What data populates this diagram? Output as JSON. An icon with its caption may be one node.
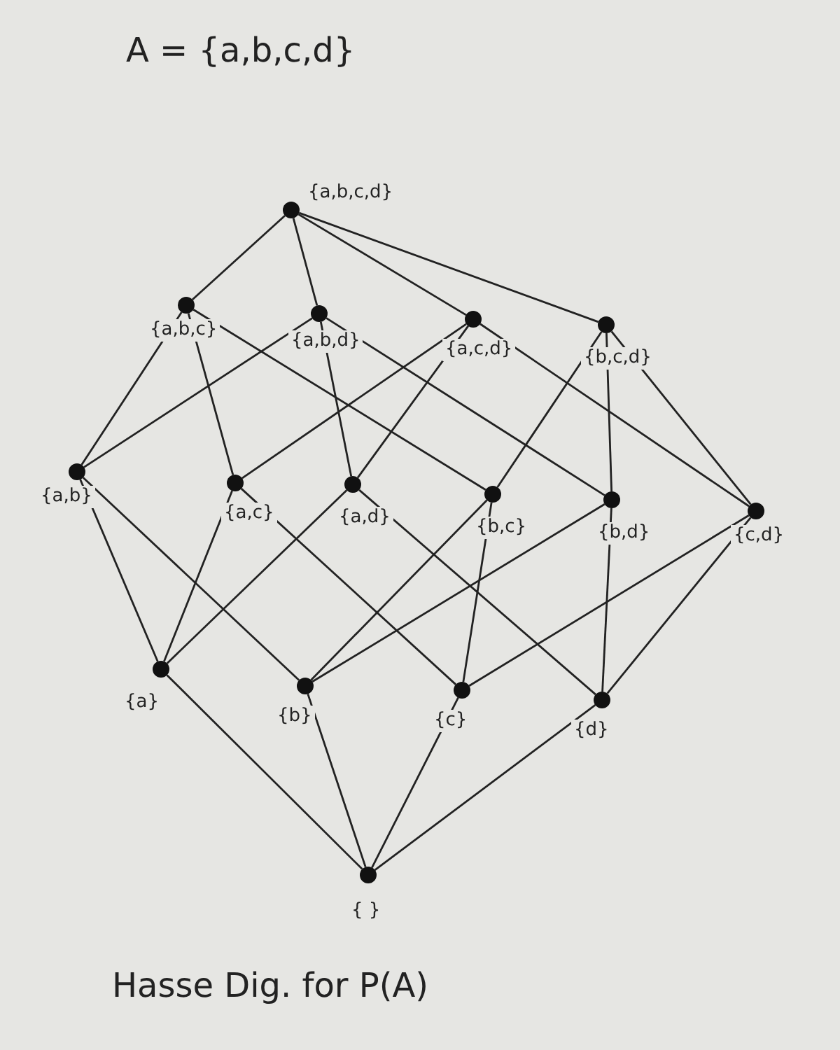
{
  "diagram": {
    "title": "A = {a,b,c,d}",
    "caption": "Hasse Dig. for P(A)",
    "nodes": [
      {
        "text": [],
        "shape": "circle",
        "beside": [
          "{a,b,c,d}"
        ]
      },
      {
        "text": [],
        "shape": "circle",
        "beside": [
          "{a,b,c}"
        ]
      },
      {
        "text": [],
        "shape": "circle",
        "beside": [
          "{a,b,d}"
        ]
      },
      {
        "text": [],
        "shape": "circle",
        "beside": [
          "{a,c,d}"
        ]
      },
      {
        "text": [],
        "shape": "circle",
        "beside": [
          "{b,c,d}"
        ]
      },
      {
        "text": [],
        "shape": "circle",
        "beside": [
          "{a,b}"
        ]
      },
      {
        "text": [],
        "shape": "circle",
        "beside": [
          "{a,c}"
        ]
      },
      {
        "text": [],
        "shape": "circle",
        "beside": [
          "{a,d}"
        ]
      },
      {
        "text": [],
        "shape": "circle",
        "beside": [
          "{b,c}"
        ]
      },
      {
        "text": [],
        "shape": "circle",
        "beside": [
          "{b,d}"
        ]
      },
      {
        "text": [],
        "shape": "circle",
        "beside": [
          "{c,d}"
        ]
      },
      {
        "text": [],
        "shape": "circle",
        "beside": [
          "{a}"
        ]
      },
      {
        "text": [],
        "shape": "circle",
        "beside": [
          "{b}"
        ]
      },
      {
        "text": [],
        "shape": "circle",
        "beside": [
          "{c}"
        ]
      },
      {
        "text": [],
        "shape": "circle",
        "beside": [
          "{d}"
        ]
      },
      {
        "text": [],
        "shape": "circle",
        "beside": [
          "{ }"
        ]
      }
    ],
    "edges": [
      {
        "from": 0,
        "to": 1,
        "arrow": "none"
      },
      {
        "from": 0,
        "to": 2,
        "arrow": "none"
      },
      {
        "from": 0,
        "to": 3,
        "arrow": "none"
      },
      {
        "from": 0,
        "to": 4,
        "arrow": "none"
      },
      {
        "from": 1,
        "to": 5,
        "arrow": "none"
      },
      {
        "from": 1,
        "to": 6,
        "arrow": "none"
      },
      {
        "from": 1,
        "to": 8,
        "arrow": "none"
      },
      {
        "from": 2,
        "to": 5,
        "arrow": "none"
      },
      {
        "from": 2,
        "to": 7,
        "arrow": "none"
      },
      {
        "from": 2,
        "to": 9,
        "arrow": "none"
      },
      {
        "from": 3,
        "to": 6,
        "arrow": "none"
      },
      {
        "from": 3,
        "to": 7,
        "arrow": "none"
      },
      {
        "from": 3,
        "to": 10,
        "arrow": "none"
      },
      {
        "from": 4,
        "to": 8,
        "arrow": "none"
      },
      {
        "from": 4,
        "to": 9,
        "arrow": "none"
      },
      {
        "from": 4,
        "to": 10,
        "arrow": "none"
      },
      {
        "from": 5,
        "to": 11,
        "arrow": "none"
      },
      {
        "from": 5,
        "to": 12,
        "arrow": "none"
      },
      {
        "from": 6,
        "to": 11,
        "arrow": "none"
      },
      {
        "from": 6,
        "to": 13,
        "arrow": "none"
      },
      {
        "from": 7,
        "to": 11,
        "arrow": "none"
      },
      {
        "from": 7,
        "to": 14,
        "arrow": "none"
      },
      {
        "from": 8,
        "to": 12,
        "arrow": "none"
      },
      {
        "from": 8,
        "to": 13,
        "arrow": "none"
      },
      {
        "from": 9,
        "to": 12,
        "arrow": "none"
      },
      {
        "from": 9,
        "to": 14,
        "arrow": "none"
      },
      {
        "from": 10,
        "to": 13,
        "arrow": "none"
      },
      {
        "from": 10,
        "to": 14,
        "arrow": "none"
      },
      {
        "from": 11,
        "to": 15,
        "arrow": "none"
      },
      {
        "from": 12,
        "to": 15,
        "arrow": "none"
      },
      {
        "from": 13,
        "to": 15,
        "arrow": "none"
      },
      {
        "from": 14,
        "to": 15,
        "arrow": "none"
      }
    ]
  }
}
